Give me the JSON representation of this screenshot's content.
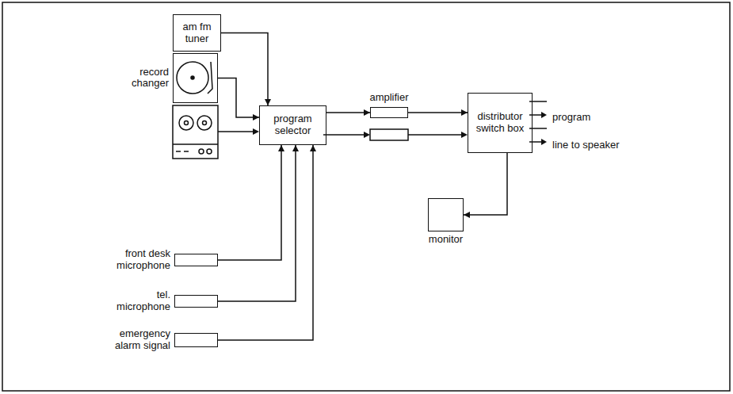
{
  "diagram": {
    "nodes": [
      {
        "text": [
          "am fm tuner"
        ]
      },
      {
        "text": [
          "record changer"
        ]
      },
      {
        "text": [
          "program selector"
        ]
      },
      {
        "text": [
          "amplifier"
        ]
      },
      {
        "text": [
          "distributor switch box"
        ]
      },
      {
        "text": [
          "monitor"
        ]
      },
      {
        "text": [
          "front desk microphone"
        ]
      },
      {
        "text": [
          "tel. microphone"
        ]
      },
      {
        "text": [
          "emergency alarm signal"
        ]
      }
    ],
    "edges": [
      {
        "from": 0,
        "to": 2,
        "arrow": "to"
      },
      {
        "from": 1,
        "to": 2,
        "arrow": "to"
      },
      {
        "from": 6,
        "to": 2,
        "arrow": "to"
      },
      {
        "from": 7,
        "to": 2,
        "arrow": "to"
      },
      {
        "from": 8,
        "to": 2,
        "arrow": "to"
      },
      {
        "from": 2,
        "to": 3,
        "arrow": "to"
      },
      {
        "from": 3,
        "to": 4,
        "arrow": "to"
      },
      {
        "from": 4,
        "to": 5,
        "arrow": "to"
      }
    ],
    "labels": [
      "program",
      "line to speaker"
    ]
  }
}
